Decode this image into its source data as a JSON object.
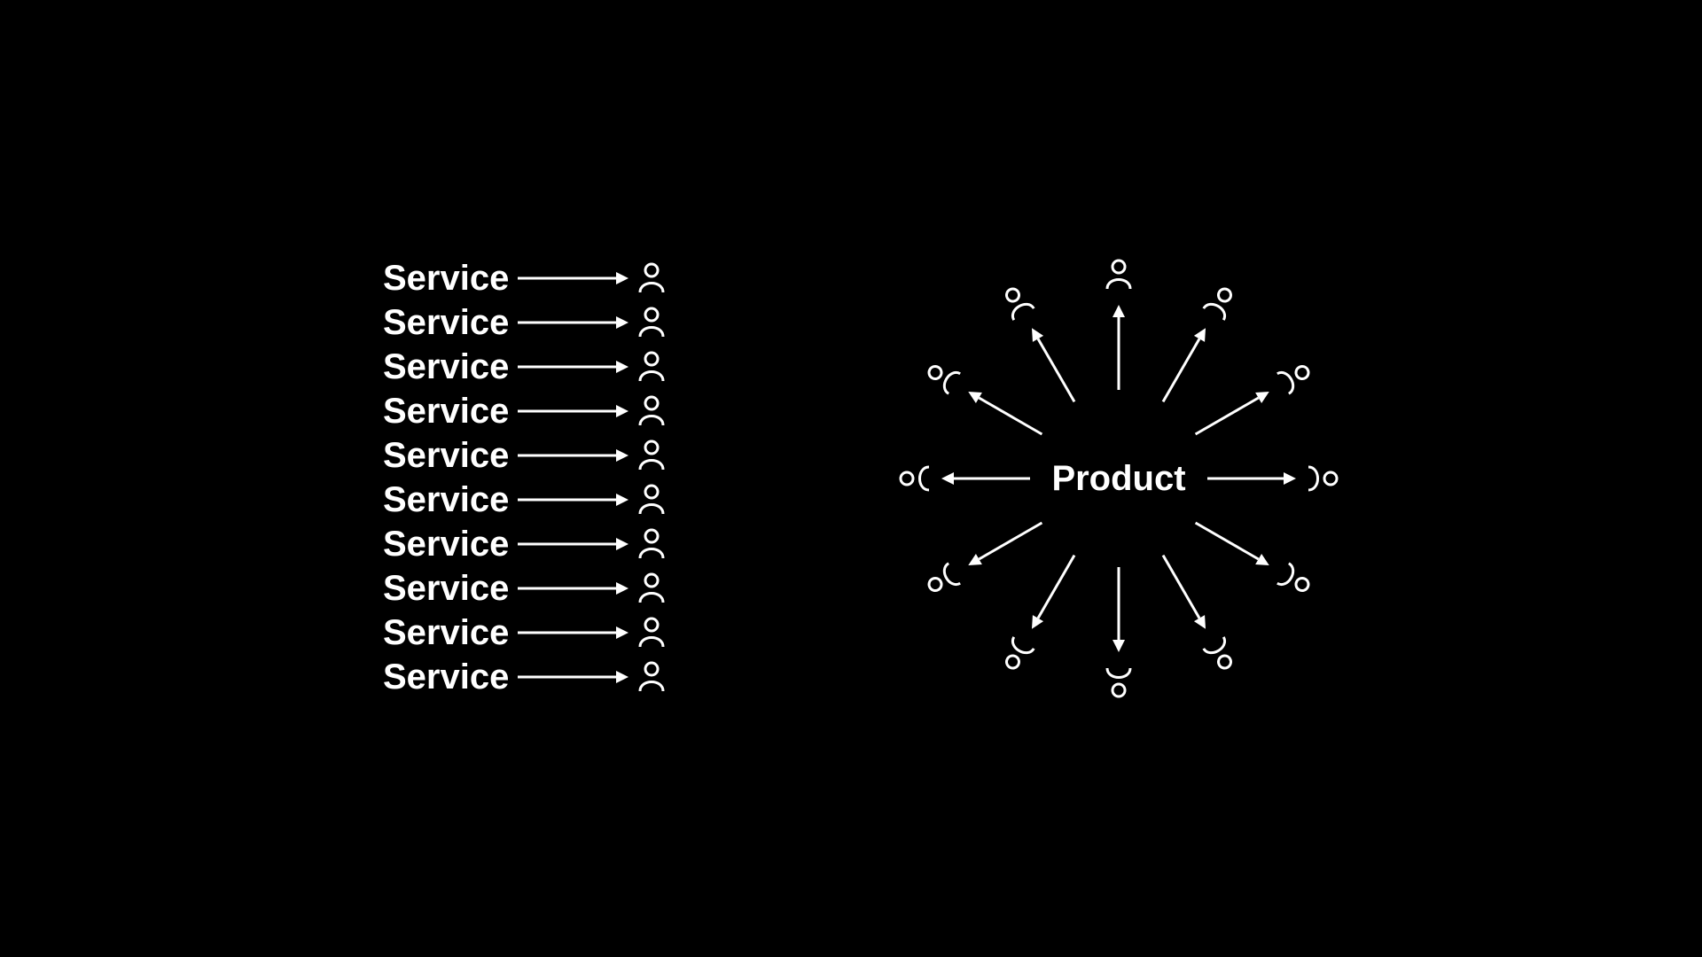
{
  "colors": {
    "background": "#000000",
    "foreground": "#ffffff"
  },
  "left_diagram": {
    "item_label": "Service",
    "item_count": 10,
    "target_icon": "person-icon"
  },
  "right_diagram": {
    "center_label": "Product",
    "spoke_count": 12,
    "target_icon": "person-icon"
  }
}
